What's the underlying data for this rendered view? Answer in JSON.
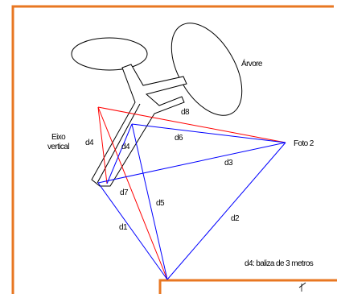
{
  "diagram": {
    "labels": {
      "arvore": "Árvore",
      "foto2": "Foto 2",
      "eixo_line1": "Eixo",
      "eixo_line2": "vertical",
      "d1": "d1",
      "d2": "d2",
      "d3": "d3",
      "d4_left": "d4",
      "d4_inner": "d4",
      "d5": "d5",
      "d6": "d6",
      "d7": "d7",
      "d8": "d8",
      "note": "d4: baliza de 3 metros"
    },
    "colors": {
      "frame": "#e87722",
      "red_lines": "#ff0000",
      "blue_lines": "#0000ff",
      "outline": "#000000",
      "background": "#ffffff"
    },
    "icons": [
      "corner-arrow-icon"
    ]
  }
}
